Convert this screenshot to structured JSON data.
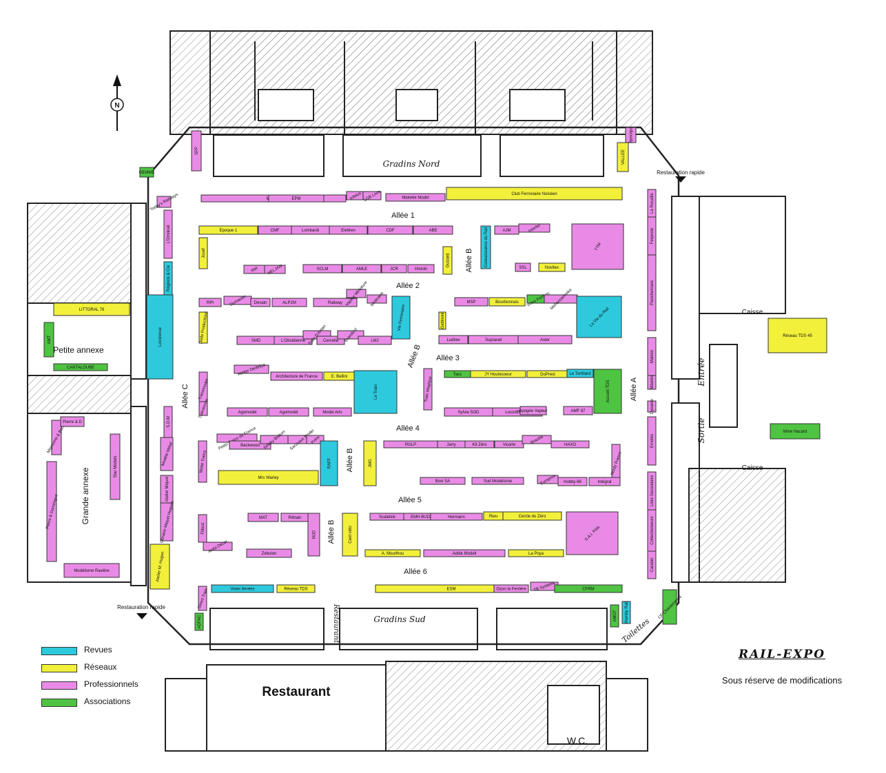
{
  "title": "RAIL-EXPO",
  "subtitle": "Sous réserve de modifications",
  "colors": {
    "revues": "#2ec9dd",
    "reseaux": "#f2f03a",
    "professionnels": "#e98be6",
    "associations": "#4fc342",
    "purple": "#9a5a8c",
    "blue_dark": "#3f63d8",
    "line": "#222222",
    "hatch": "#9a9a9a"
  },
  "legend": [
    {
      "label": "Revues",
      "category": "revues"
    },
    {
      "label": "Réseaux",
      "category": "reseaux"
    },
    {
      "label": "Professionnels",
      "category": "professionnels"
    },
    {
      "label": "Associations",
      "category": "associations"
    }
  ],
  "compass": "N",
  "labels": {
    "gradins_nord": "Gradins Nord",
    "gradins_sud": "Gradins Sud",
    "restaurant": "Restaurant",
    "wc": "W.C.",
    "petite_annexe": "Petite annexe",
    "grande_annexe": "Grande annexe",
    "entree": "Entrée",
    "sortie": "Sortie",
    "caisse_1": "Caisse",
    "caisse_2": "Caisse",
    "toilettes": "Toilettes",
    "restaurant_side": "Restaurant",
    "restauration_rapide_ne": "Restauration rapide",
    "restauration_rapide_sw": "Restauration rapide"
  },
  "alleys": [
    {
      "id": "allee-1",
      "label": "Allée 1"
    },
    {
      "id": "allee-2",
      "label": "Allée 2"
    },
    {
      "id": "allee-3",
      "label": "Allée 3"
    },
    {
      "id": "allee-4",
      "label": "Allée 4"
    },
    {
      "id": "allee-5",
      "label": "Allée 5"
    },
    {
      "id": "allee-6",
      "label": "Allée 6"
    },
    {
      "id": "allee-a",
      "label": "Allée A"
    },
    {
      "id": "allee-c",
      "label": "Allée C"
    },
    {
      "id": "allee-b1",
      "label": "Allée B"
    },
    {
      "id": "allee-b2",
      "label": "Allée B"
    },
    {
      "id": "allee-b3",
      "label": "Allée B"
    },
    {
      "id": "allee-b4",
      "label": "Allée B"
    }
  ],
  "stands": [
    {
      "label": "SPP",
      "category": "professionnels"
    },
    {
      "label": "GEMME",
      "category": "associations"
    },
    {
      "label": "Apocopa",
      "category": "professionnels"
    },
    {
      "label": "VALLEE",
      "category": "reseaux"
    },
    {
      "label": "Multirex",
      "category": "professionnels"
    },
    {
      "label": "EPM",
      "category": "professionnels"
    },
    {
      "label": "Infolux",
      "category": "professionnels"
    },
    {
      "label": "LGB Loco",
      "category": "professionnels"
    },
    {
      "label": "Makette Model",
      "category": "professionnels"
    },
    {
      "label": "Club Ferroviaire Noiséen",
      "category": "reseaux"
    },
    {
      "label": "Epoque 1",
      "category": "reseaux"
    },
    {
      "label": "CMF",
      "category": "professionnels"
    },
    {
      "label": "Lombardi",
      "category": "professionnels"
    },
    {
      "label": "Elettren",
      "category": "professionnels"
    },
    {
      "label": "CDF",
      "category": "professionnels"
    },
    {
      "label": "ABE",
      "category": "professionnels"
    },
    {
      "label": "Jouef",
      "category": "reseaux"
    },
    {
      "label": "RM",
      "category": "professionnels"
    },
    {
      "label": "HELJAN",
      "category": "professionnels"
    },
    {
      "label": "SCLM",
      "category": "professionnels"
    },
    {
      "label": "AMLE",
      "category": "professionnels"
    },
    {
      "label": "JCR",
      "category": "professionnels"
    },
    {
      "label": "Histoki",
      "category": "professionnels"
    },
    {
      "label": "Guizard",
      "category": "reseaux"
    },
    {
      "label": "Connaissance du Rail",
      "category": "revues"
    },
    {
      "label": "AJM",
      "category": "professionnels"
    },
    {
      "label": "Interfer",
      "category": "professionnels"
    },
    {
      "label": "SSL",
      "category": "professionnels"
    },
    {
      "label": "Novitex",
      "category": "reseaux"
    },
    {
      "label": "TTM",
      "category": "professionnels"
    },
    {
      "label": "Today's Railways",
      "category": "professionnels"
    },
    {
      "label": "L'Omnirail",
      "category": "professionnels"
    },
    {
      "label": "Régions & Cie",
      "category": "revues"
    },
    {
      "label": "Locorevue",
      "category": "revues"
    },
    {
      "label": "LITTORAL 76",
      "category": "reseaux"
    },
    {
      "label": "AMT",
      "category": "associations"
    },
    {
      "label": "CANTALOUBE",
      "category": "associations"
    },
    {
      "label": "RPI",
      "category": "professionnels"
    },
    {
      "label": "Dumaster",
      "category": "professionnels"
    },
    {
      "label": "Desain",
      "category": "professionnels"
    },
    {
      "label": "ALP2M",
      "category": "professionnels"
    },
    {
      "label": "Railway",
      "category": "professionnels"
    },
    {
      "label": "Vapeur Miniature",
      "category": "professionnels"
    },
    {
      "label": "Minitrains",
      "category": "professionnels"
    },
    {
      "label": "Vie Ferroviaire",
      "category": "revues"
    },
    {
      "label": "Gattinoni",
      "category": "reseaux"
    },
    {
      "label": "MSP",
      "category": "professionnels"
    },
    {
      "label": "Bourbonnais",
      "category": "reseaux"
    },
    {
      "label": "Voies Ferrées",
      "category": "associations"
    },
    {
      "label": "Mehanotehnika",
      "category": "professionnels"
    },
    {
      "label": "La Vie du Rail",
      "category": "revues"
    },
    {
      "label": "Dodo Productions",
      "category": "reseaux"
    },
    {
      "label": "SMD",
      "category": "professionnels"
    },
    {
      "label": "L'Obsidienne",
      "category": "professionnels"
    },
    {
      "label": "Train D'Antan",
      "category": "professionnels"
    },
    {
      "label": "Cercelia",
      "category": "professionnels"
    },
    {
      "label": "Brandizzi",
      "category": "professionnels"
    },
    {
      "label": "LMJ",
      "category": "professionnels"
    },
    {
      "label": "Ludlow",
      "category": "professionnels"
    },
    {
      "label": "Suprarail",
      "category": "professionnels"
    },
    {
      "label": "Aster",
      "category": "professionnels"
    },
    {
      "label": "Transmodel",
      "category": "professionnels"
    },
    {
      "label": "Atelier Dedeliya",
      "category": "professionnels"
    },
    {
      "label": "Architecture de France",
      "category": "professionnels"
    },
    {
      "label": "E. Bellini",
      "category": "reseaux"
    },
    {
      "label": "Le Train",
      "category": "revues"
    },
    {
      "label": "Train Magique",
      "category": "professionnels"
    },
    {
      "label": "Tacs",
      "category": "associations"
    },
    {
      "label": "JY Houtecoeur",
      "category": "reseaux"
    },
    {
      "label": "DoPrest",
      "category": "reseaux"
    },
    {
      "label": "Le Tortillard",
      "category": "revues"
    },
    {
      "label": "Accueil TDS",
      "category": "associations"
    },
    {
      "label": "Trainsonne",
      "category": "professionnels"
    },
    {
      "label": "Agomodel",
      "category": "professionnels"
    },
    {
      "label": "Agomodel",
      "category": "professionnels"
    },
    {
      "label": "Model Arts",
      "category": "professionnels"
    },
    {
      "label": "Sylvia SOD",
      "category": "professionnels"
    },
    {
      "label": "Locodiffusion",
      "category": "professionnels"
    },
    {
      "label": "Apogée Vapeur",
      "category": "professionnels"
    },
    {
      "label": "AMF 87",
      "category": "professionnels"
    },
    {
      "label": "Motte Trains",
      "category": "professionnels"
    },
    {
      "label": "Petits Trains de France",
      "category": "professionnels"
    },
    {
      "label": "Backwood",
      "category": "professionnels"
    },
    {
      "label": "Smoky Bottom",
      "category": "professionnels"
    },
    {
      "label": "Sarzeaux Model",
      "category": "professionnels"
    },
    {
      "label": "Irvine",
      "category": "professionnels"
    },
    {
      "label": "RAFF",
      "category": "revues"
    },
    {
      "label": "JMG",
      "category": "reseaux"
    },
    {
      "label": "RGLP",
      "category": "professionnels"
    },
    {
      "label": "Jarry",
      "category": "professionnels"
    },
    {
      "label": "Kit Zéro",
      "category": "professionnels"
    },
    {
      "label": "Vicarte",
      "category": "professionnels"
    },
    {
      "label": "Brasilia",
      "category": "professionnels"
    },
    {
      "label": "HAXO",
      "category": "professionnels"
    },
    {
      "label": "Nordy France",
      "category": "professionnels"
    },
    {
      "label": "Mrs Warley",
      "category": "reseaux"
    },
    {
      "label": "Bovi SA",
      "category": "professionnels"
    },
    {
      "label": "Sud Modelisme",
      "category": "professionnels"
    },
    {
      "label": "Europrox",
      "category": "professionnels"
    },
    {
      "label": "Hobby 66",
      "category": "professionnels"
    },
    {
      "label": "Intégral",
      "category": "professionnels"
    },
    {
      "label": "Fillouz",
      "category": "professionnels"
    },
    {
      "label": "MAT",
      "category": "professionnels"
    },
    {
      "label": "Pétrain",
      "category": "professionnels"
    },
    {
      "label": "MJD",
      "category": "professionnels"
    },
    {
      "label": "Cent vélo",
      "category": "reseaux"
    },
    {
      "label": "Scalelink",
      "category": "professionnels"
    },
    {
      "label": "EMH BUDE",
      "category": "professionnels"
    },
    {
      "label": "Hermann",
      "category": "professionnels"
    },
    {
      "label": "Rieu",
      "category": "reseaux"
    },
    {
      "label": "Cercle du Zéro",
      "category": "reseaux"
    },
    {
      "label": "S.A.I. Pôle",
      "category": "professionnels"
    },
    {
      "label": "Anita Décor",
      "category": "professionnels"
    },
    {
      "label": "Zebulon",
      "category": "professionnels"
    },
    {
      "label": "A. Mourlhou",
      "category": "reseaux"
    },
    {
      "label": "Addie Modell",
      "category": "professionnels"
    },
    {
      "label": "La Poya",
      "category": "reseaux"
    },
    {
      "label": "S.D.M",
      "category": "professionnels"
    },
    {
      "label": "Modéle Métal",
      "category": "professionnels"
    },
    {
      "label": "Atelier Miquel",
      "category": "professionnels"
    },
    {
      "label": "Librairie Miquel Hugues",
      "category": "professionnels"
    },
    {
      "label": "Atelier M. Hugon",
      "category": "reseaux"
    },
    {
      "label": "Mignonne & Bonne",
      "category": "professionnels"
    },
    {
      "label": "Pierre & Dominique",
      "category": "professionnels"
    },
    {
      "label": "Star Models",
      "category": "professionnels"
    },
    {
      "label": "Pierre & D",
      "category": "professionnels"
    },
    {
      "label": "Modélisme Ravière",
      "category": "professionnels"
    },
    {
      "label": "Direct Train",
      "category": "professionnels"
    },
    {
      "label": "Voies ferrées",
      "category": "revues"
    },
    {
      "label": "Réseau TDS",
      "category": "reseaux"
    },
    {
      "label": "ESM",
      "category": "reseaux"
    },
    {
      "label": "Ozon la Ferrière",
      "category": "professionnels"
    },
    {
      "label": "TB Systems",
      "category": "professionnels"
    },
    {
      "label": "CFRM",
      "category": "associations"
    },
    {
      "label": "ADFAC",
      "category": "associations"
    },
    {
      "label": "AMCF",
      "category": "associations"
    },
    {
      "label": "Hornby Rail",
      "category": "revues"
    },
    {
      "label": "La Rocaille",
      "category": "professionnels"
    },
    {
      "label": "Ferposte",
      "category": "professionnels"
    },
    {
      "label": "Planchemans",
      "category": "professionnels"
    },
    {
      "label": "Märklin",
      "category": "professionnels"
    },
    {
      "label": "Märklin",
      "category": "professionnels"
    },
    {
      "label": "Dynarex",
      "category": "professionnels"
    },
    {
      "label": "Emotes",
      "category": "professionnels"
    },
    {
      "label": "Libre Secondaire",
      "category": "professionnels"
    },
    {
      "label": "Collectionneurs",
      "category": "professionnels"
    },
    {
      "label": "Carabin",
      "category": "professionnels"
    },
    {
      "label": "CF Chanteraines",
      "category": "associations"
    },
    {
      "label": "Réseau TDS 45",
      "category": "reseaux"
    },
    {
      "label": "Mme Hacard",
      "category": "associations"
    }
  ]
}
